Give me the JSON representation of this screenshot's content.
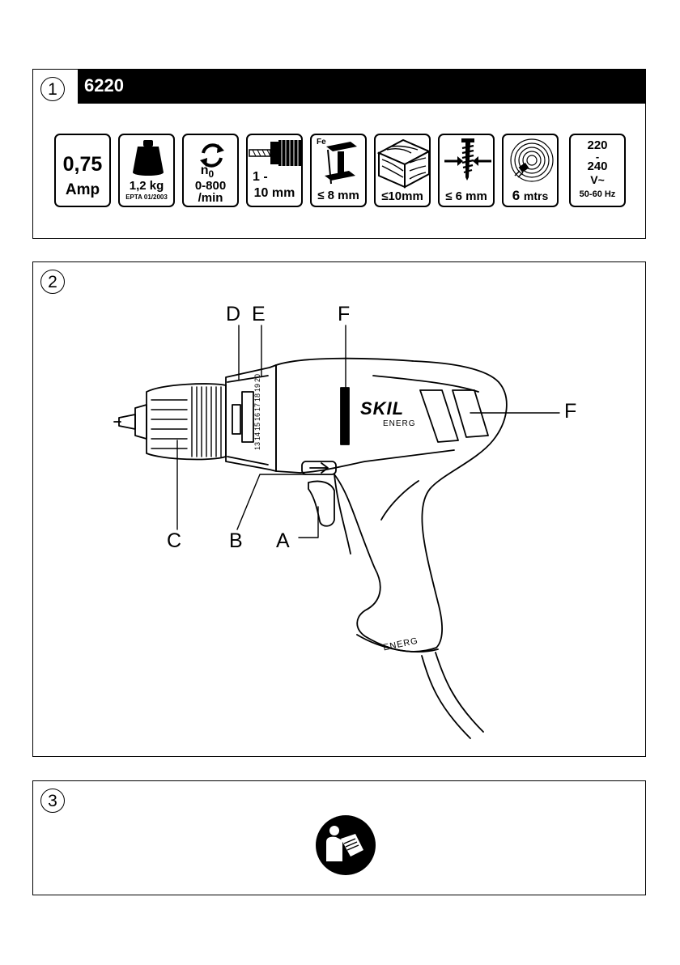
{
  "panel1": {
    "number": "1",
    "model": "6220",
    "specs": {
      "power_value": "0,75",
      "power_unit": "Amp",
      "weight_value": "1,2 kg",
      "weight_standard": "EPTA 01/2003",
      "speed_symbol": "n",
      "speed_subscript": "0",
      "speed_range": "0-800",
      "speed_unit": "/min",
      "chuck_line1": "1 -",
      "chuck_line2": "10 mm",
      "steel_label": "Fe",
      "steel_capacity": "≤ 8 mm",
      "wood_capacity": "≤10mm",
      "screw_capacity": "≤ 6 mm",
      "cable_value": "6",
      "cable_unit": "mtrs",
      "voltage_line1": "220",
      "voltage_line2": "-",
      "voltage_line3": "240",
      "voltage_line4": "V~",
      "frequency": "50-60 Hz"
    }
  },
  "panel2": {
    "number": "2",
    "callouts": {
      "D": "D",
      "E": "E",
      "F_top": "F",
      "F_right": "F",
      "C": "C",
      "B": "B",
      "A": "A"
    },
    "brand_logo": "SKIL",
    "brand_sub": "ENERG",
    "handle_label": "ENERG",
    "collar_numbers": [
      "13",
      "14",
      "15",
      "16",
      "17",
      "18",
      "19",
      "20"
    ]
  },
  "panel3": {
    "number": "3",
    "icon": "read-manual-icon"
  }
}
